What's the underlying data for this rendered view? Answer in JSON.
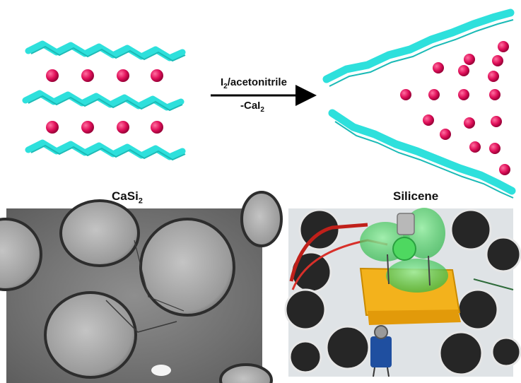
{
  "reaction": {
    "reagent_main": "I",
    "reagent_sub": "2",
    "reagent_rest": "/acetonitrile",
    "byproduct_main": "-CaI",
    "byproduct_sub": "2"
  },
  "labels": {
    "left_main": "CaSi",
    "left_sub": "2",
    "right": "Silicene"
  },
  "colors": {
    "silicon_layer": "#2ee0dc",
    "calcium_atom": "#e0105a",
    "arrow": "#000000"
  }
}
